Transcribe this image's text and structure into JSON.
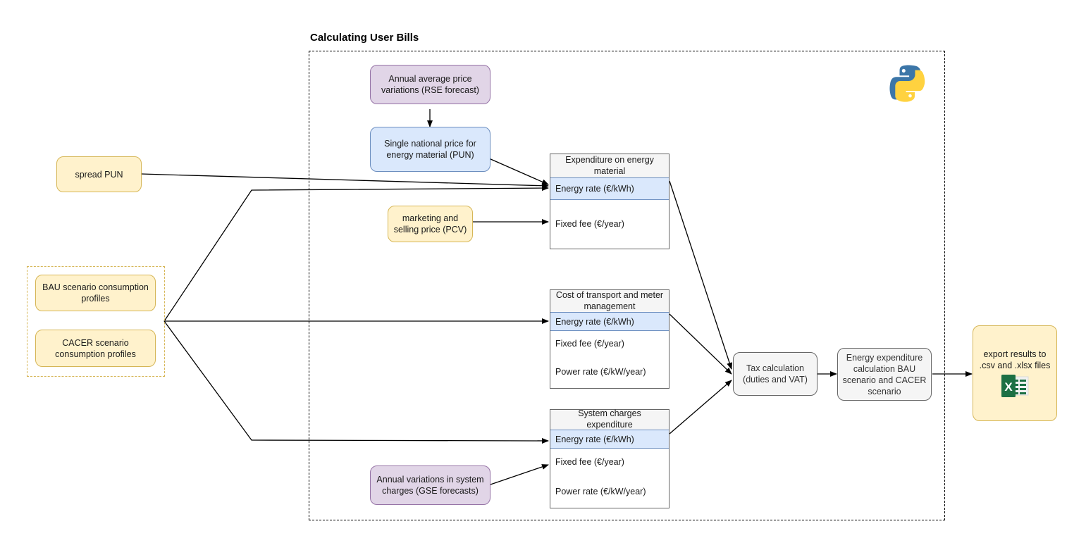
{
  "container": {
    "title": "Calculating User Bills",
    "python_icon": "python-logo-icon"
  },
  "inputs": {
    "spread_pun": "spread PUN",
    "bau": "BAU scenario consumption profiles",
    "cacer": "CACER scenario consumption profiles"
  },
  "price_chain": {
    "rse": "Annual average price variations (RSE forecast)",
    "pun": "Single national price for energy material (PUN)",
    "pcv": "marketing and selling price (PCV)",
    "gse": "Annual variations in system charges (GSE forecasts)"
  },
  "tables": [
    {
      "header": "Expenditure on energy material",
      "rows": [
        {
          "label": "Energy rate (€/kWh)",
          "highlight": true
        },
        {
          "label": "Fixed fee (€/year)",
          "highlight": false
        }
      ]
    },
    {
      "header": "Cost of transport and meter management",
      "rows": [
        {
          "label": "Energy rate (€/kWh)",
          "highlight": true
        },
        {
          "label": "Fixed fee (€/year)",
          "highlight": false
        },
        {
          "label": "Power rate (€/kW/year)",
          "highlight": false
        }
      ]
    },
    {
      "header": "System charges expenditure",
      "rows": [
        {
          "label": "Energy rate (€/kWh)",
          "highlight": true
        },
        {
          "label": "Fixed fee (€/year)",
          "highlight": false
        },
        {
          "label": "Power rate (€/kW/year)",
          "highlight": false
        }
      ]
    }
  ],
  "outputs": {
    "tax": "Tax calculation (duties and VAT)",
    "energy_expenditure": "Energy expenditure calculation BAU scenario and CACER scenario",
    "export": "export results to .csv and .xlsx files",
    "export_icon": "excel-file-icon"
  },
  "colors": {
    "yellow_fill": "#fff2cc",
    "yellow_stroke": "#d6b656",
    "purple_fill": "#e1d5e7",
    "purple_stroke": "#9673a6",
    "blue_fill": "#dae8fc",
    "blue_stroke": "#6c8ebf",
    "gray_fill": "#f5f5f5",
    "gray_stroke": "#666666",
    "edge": "#000000",
    "excel_green": "#1d7044",
    "python_blue": "#3c76a8",
    "python_yellow": "#ffd23f"
  }
}
